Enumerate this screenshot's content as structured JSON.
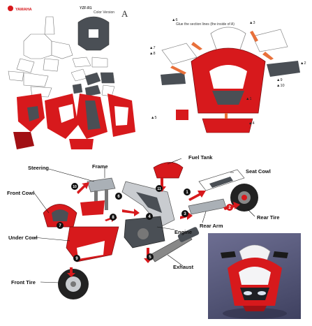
{
  "sheet": {
    "brand": "YAMAHA",
    "model_code": "YZF-R1",
    "header_note": "Color Version",
    "sheet_letter": "A"
  },
  "cowl_steps": {
    "labels": [
      "6",
      "7",
      "8",
      "3",
      "2",
      "9",
      "10",
      "1",
      "5",
      "4"
    ],
    "note": "Glue the section lines (the inside of A)"
  },
  "parts": {
    "fuel_tank": "Fuel Tank",
    "seat_cowl": "Seat Cowl",
    "steering": "Steering",
    "frame": "Frame",
    "front_cowl": "Front Cowl",
    "rear_tire": "Rear Tire",
    "rear_arm": "Rear Arm",
    "engine": "Engine",
    "under_cowl": "Under Cowl",
    "exhaust": "Exhaust",
    "front_tire": "Front Tire"
  },
  "markers": [
    "1",
    "2",
    "3",
    "4",
    "5",
    "6",
    "7",
    "8",
    "9",
    "10",
    "11"
  ],
  "colors": {
    "red": "#d7191c",
    "dark_red": "#a11014",
    "gray": "#4a4f55",
    "light_gray": "#c9ccd0",
    "black": "#111111"
  }
}
